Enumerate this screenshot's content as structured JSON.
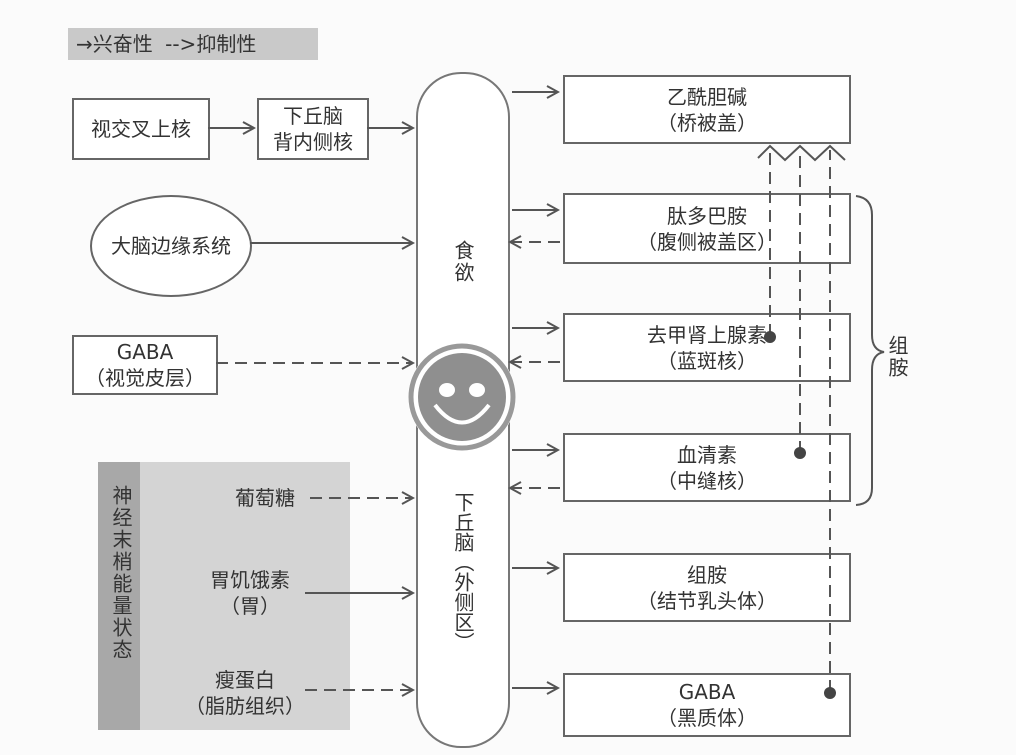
{
  "legend": {
    "excitatory": "→兴奋性",
    "inhibitory": "-->抑制性"
  },
  "left": {
    "scn": "视交叉上核",
    "dmh_line1": "下丘脑",
    "dmh_line2": "背内侧核",
    "limbic": "大脑边缘系统",
    "gaba_line1": "GABA",
    "gaba_line2": "（视觉皮层）"
  },
  "panel": {
    "title": "神经末梢能量状态",
    "glucose": "葡萄糖",
    "ghrelin_line1": "胃饥饿素",
    "ghrelin_line2": "（胃）",
    "leptin_line1": "瘦蛋白",
    "leptin_line2": "（脂肪组织）"
  },
  "center": {
    "appetite": "食欲",
    "hypothalamus": "下丘脑（外侧区）"
  },
  "right": [
    {
      "name": "乙酰胆碱",
      "region": "（桥被盖）"
    },
    {
      "name": "肽多巴胺",
      "region": "（腹侧被盖区）"
    },
    {
      "name": "去甲肾上腺素",
      "region": "（蓝斑核）"
    },
    {
      "name": "血清素",
      "region": "（中缝核）"
    },
    {
      "name": "组胺",
      "region": "（结节乳头体）"
    },
    {
      "name": "GABA",
      "region": "（黑质体）"
    }
  ],
  "brace_label": "组胺"
}
